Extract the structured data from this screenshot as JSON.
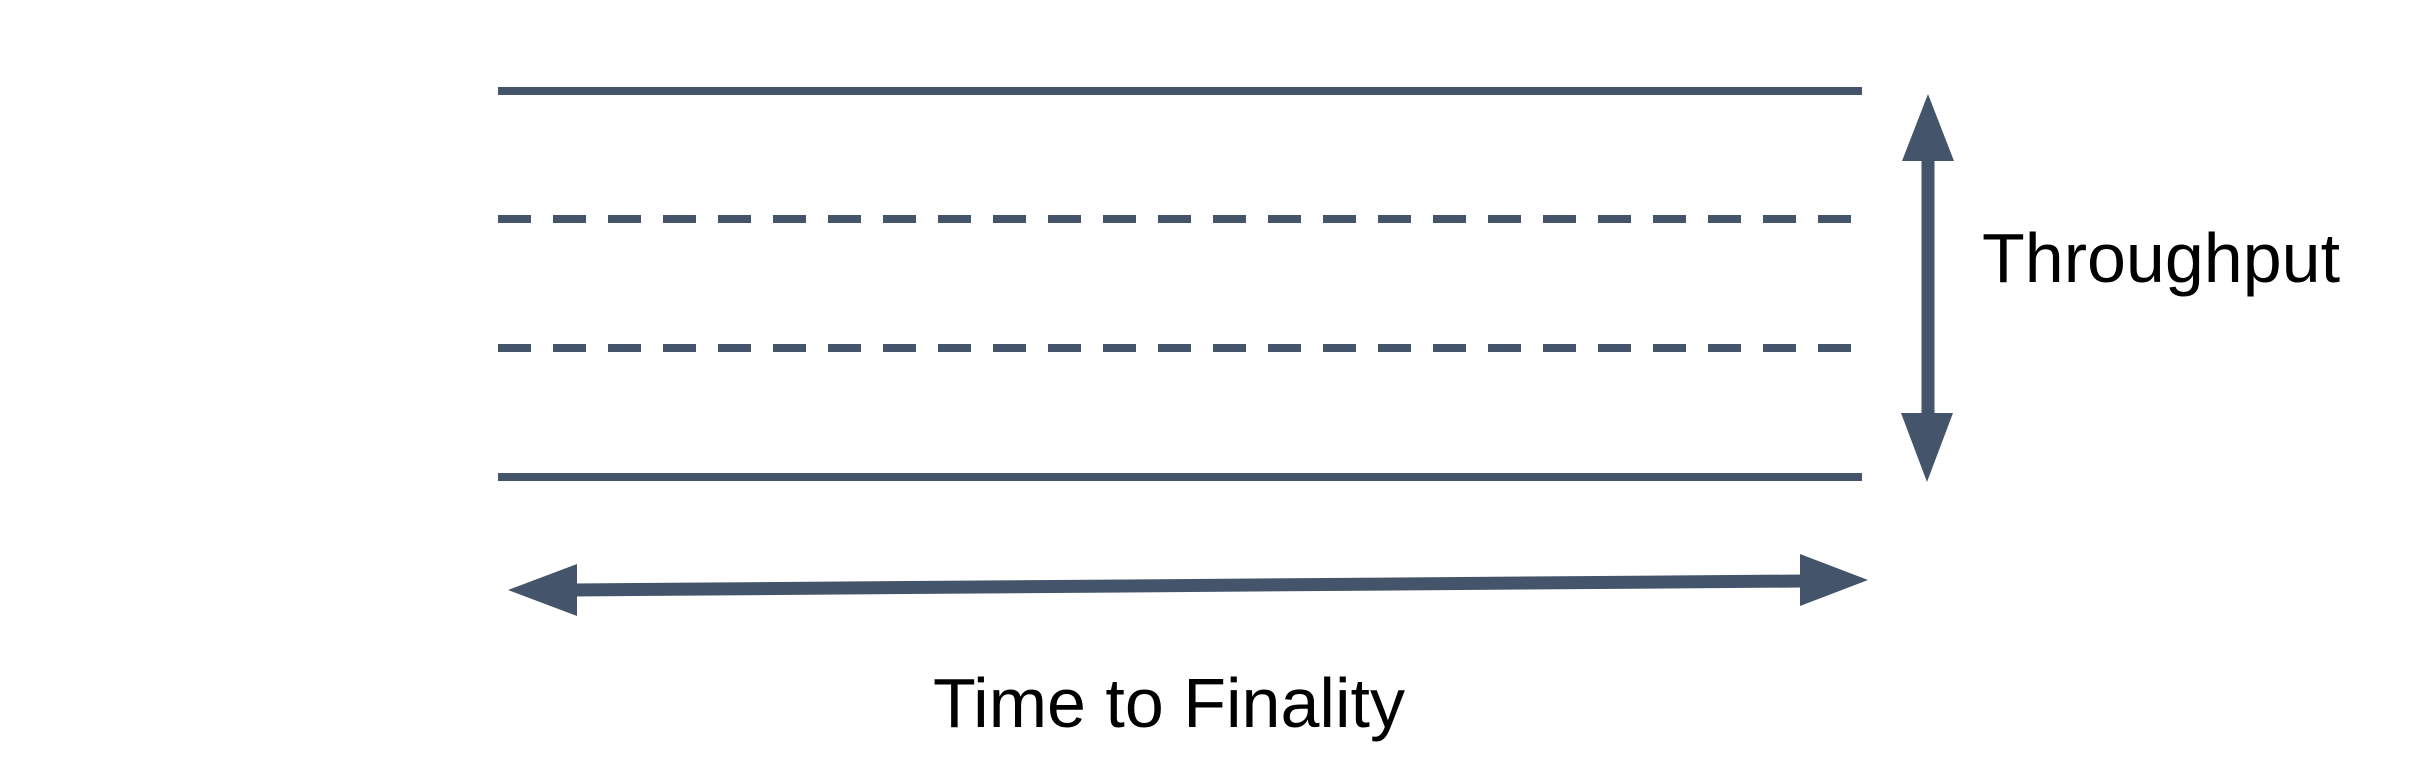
{
  "diagram": {
    "type": "tradeoff-band-diagram",
    "band": {
      "boundary_line_style": "solid",
      "boundary_line_count": 2,
      "inner_line_style": "dashed",
      "inner_line_count": 2
    },
    "axes": [
      {
        "id": "throughput",
        "label": "Throughput",
        "direction": "vertical",
        "arrow": "double-headed"
      },
      {
        "id": "time-to-finality",
        "label": "Time to Finality",
        "direction": "horizontal",
        "arrow": "double-headed"
      }
    ],
    "colors": {
      "line": "#44546A",
      "text": "#000000",
      "background": "#FFFFFF"
    }
  }
}
